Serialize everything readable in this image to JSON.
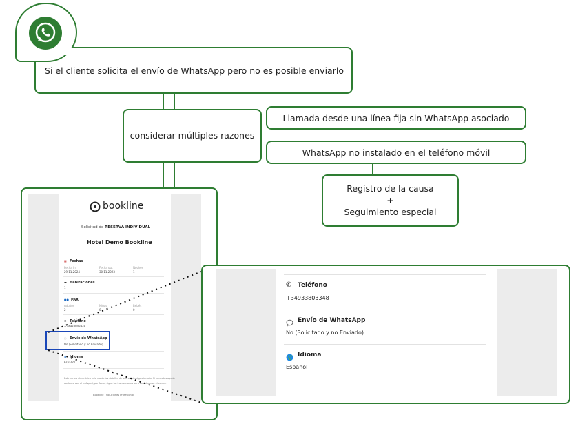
{
  "colors": {
    "accent": "#2e7d32",
    "highlight": "#1a47b8",
    "panel_side": "#ececec"
  },
  "icons": {
    "logo": "whatsapp-icon",
    "brand": "bookline-logo-icon",
    "phone": "phone-icon",
    "chat": "chat-bubble-icon",
    "globe": "globe-icon",
    "calendar": "calendar-icon",
    "bed": "bed-icon",
    "people": "people-icon"
  },
  "flow": {
    "main_text": "Si el cliente solicita el envío de WhatsApp pero no es posible enviarlo",
    "reasons_text": "considerar múltiples razones",
    "reason_1": "Llamada desde una línea fija sin WhatsApp asociado",
    "reason_2": "WhatsApp no instalado en el teléfono móvil",
    "result_line1": "Registro de la causa",
    "result_line2": "+",
    "result_line3": "Seguimiento especial"
  },
  "doc": {
    "brand": "bookline",
    "request_prefix": "Solicitud de",
    "request_type": "RESERVA INDIVIDUAL",
    "hotel": "Hotel Demo Bookline",
    "fechas_label": "Fechas",
    "fechas_col1_label": "Fecha in",
    "fechas_col1_value": "29.11.2024",
    "fechas_col2_label": "Fecha out",
    "fechas_col2_value": "30.11.2023",
    "fechas_col3_label": "Noches",
    "fechas_col3_value": "1",
    "habitaciones_label": "Habitaciones",
    "habitaciones_value": "1",
    "pax_label": "PAX",
    "pax_col1_label": "Adultos",
    "pax_col1_value": "2",
    "pax_col2_label": "Niños",
    "pax_col2_value": "0",
    "pax_col3_label": "Bebés",
    "pax_col3_value": "0",
    "telefono_label": "Teléfono",
    "telefono_value": "+34933803348",
    "whatsapp_label": "Envío de WhatsApp",
    "whatsapp_value": "No (Solicitado y no Enviado)",
    "idioma_label": "Idioma",
    "idioma_value": "Español",
    "footer_note_1": "Este correo electrónico informa de los detalles de una solicitud gestionada. Si necesitas ayuda",
    "footer_note_2": "contacta con el huésped; por favor, sigue las instrucciones para establecerse el correo.",
    "footer_brand": "Bookline · Soluciones Profesional"
  },
  "zoom": {
    "telefono_label": "Teléfono",
    "telefono_value": "+34933803348",
    "whatsapp_label": "Envío de WhatsApp",
    "whatsapp_value": "No (Solicitado y no Enviado)",
    "idioma_label": "Idioma",
    "idioma_value": "Español"
  }
}
